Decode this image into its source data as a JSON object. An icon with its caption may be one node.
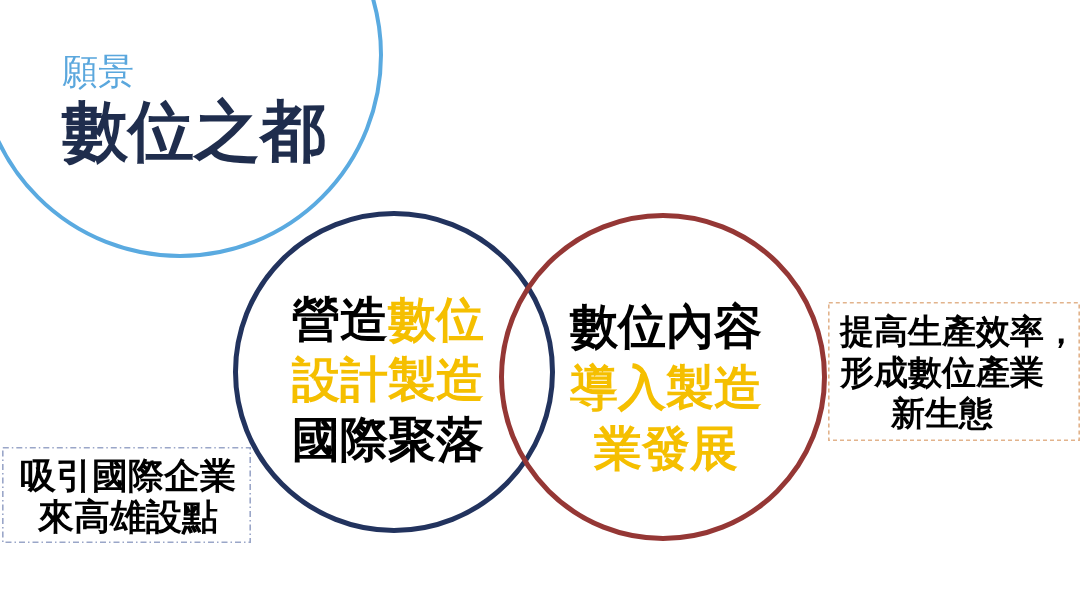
{
  "diagram": {
    "nodes": [
      {
        "text": [
          "願景",
          "數位之都"
        ]
      },
      {
        "text": [
          "營造",
          "數位",
          "設計製造",
          "國際聚落"
        ]
      },
      {
        "text": [
          "數位內容",
          "導入製造業發展"
        ]
      },
      {
        "text": [
          "吸引國際企業來高雄設點"
        ]
      },
      {
        "text": [
          "提高生產效率，形成數位產業新生態"
        ]
      }
    ]
  }
}
